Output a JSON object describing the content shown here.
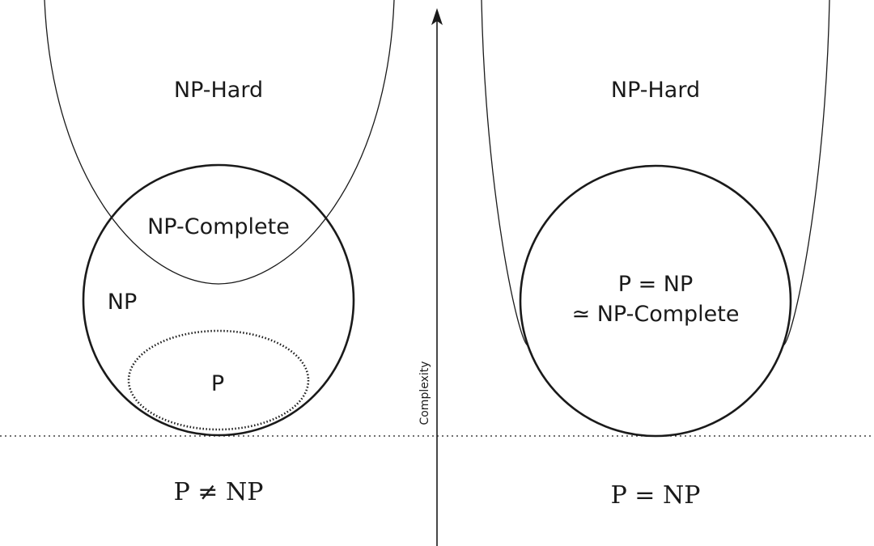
{
  "left_panel": {
    "np_hard_label": "NP-Hard",
    "np_complete_label": "NP-Complete",
    "np_label": "NP",
    "p_label": "P",
    "formula": "P ≠ NP"
  },
  "axis": {
    "label": "Complexity"
  },
  "right_panel": {
    "np_hard_label": "NP-Hard",
    "equal_line_1": "P = NP",
    "equal_line_2": "≃ NP-Complete",
    "formula": "P = NP"
  },
  "colors": {
    "stroke": "#1a1a1a",
    "background": "#ffffff"
  }
}
